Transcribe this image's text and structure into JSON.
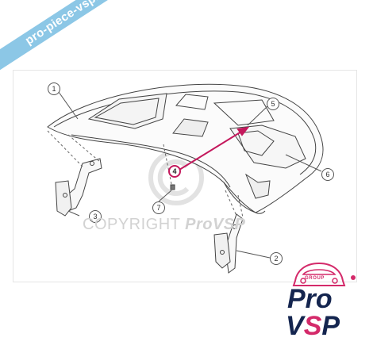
{
  "banner": {
    "text": "pro-piece-vsp.com",
    "color": "#8cc7e6"
  },
  "watermark": {
    "copyright": "COPYRIGHT",
    "brand": "ProVSP"
  },
  "callouts": [
    {
      "id": "callout-1",
      "label": "1",
      "part": "tailgate-outer-panel"
    },
    {
      "id": "callout-2",
      "label": "2",
      "part": "right-hinge"
    },
    {
      "id": "callout-3",
      "label": "3",
      "part": "left-hinge"
    },
    {
      "id": "callout-4",
      "label": "4",
      "part": "striker-bracket",
      "highlight": "#c4185c"
    },
    {
      "id": "callout-5",
      "label": "5",
      "part": "latch"
    },
    {
      "id": "callout-6",
      "label": "6",
      "part": "inner-reinforcement"
    },
    {
      "id": "callout-7",
      "label": "7",
      "part": "clip"
    }
  ],
  "logo": {
    "group": "GROUP",
    "pro": "Pro",
    "vsp_v": "V",
    "vsp_s": "S",
    "vsp_p": "P",
    "brand_color": "#14254f",
    "accent_color": "#d42a6a"
  }
}
